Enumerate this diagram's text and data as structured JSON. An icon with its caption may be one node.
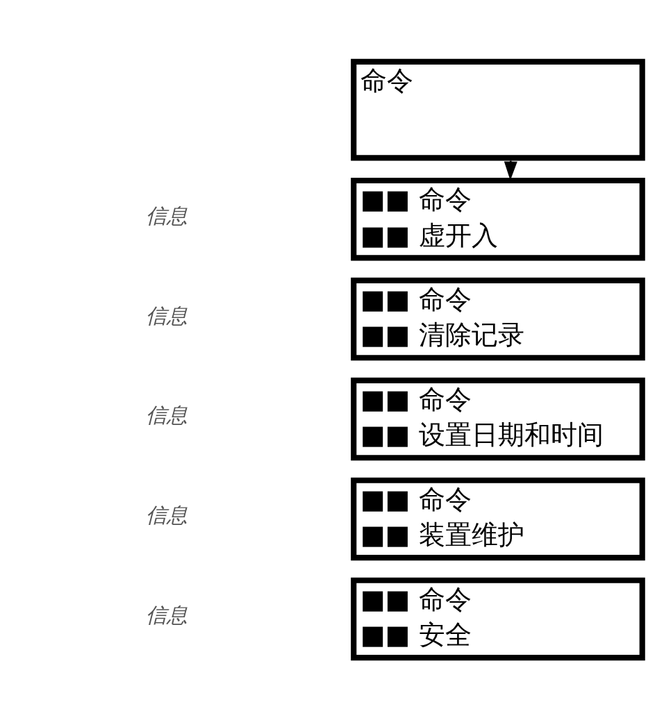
{
  "diagram": {
    "nodes": [
      {
        "text": [
          "命令"
        ]
      },
      {
        "text": [
          "■■ 命令",
          "■■ 虚开入"
        ]
      },
      {
        "text": [
          "■■ 命令",
          "■■ 清除记录"
        ]
      },
      {
        "text": [
          "■■ 命令",
          "■■ 设置日期和时间"
        ]
      },
      {
        "text": [
          "■■ 命令",
          "■■ 装置维护"
        ]
      },
      {
        "text": [
          "■■ 命令",
          "■■ 安全"
        ]
      }
    ],
    "edges": [
      {
        "from": 0,
        "to": 1,
        "arrow": "to"
      }
    ],
    "labels": [
      "信息",
      "信息",
      "信息",
      "信息",
      "信息"
    ]
  }
}
